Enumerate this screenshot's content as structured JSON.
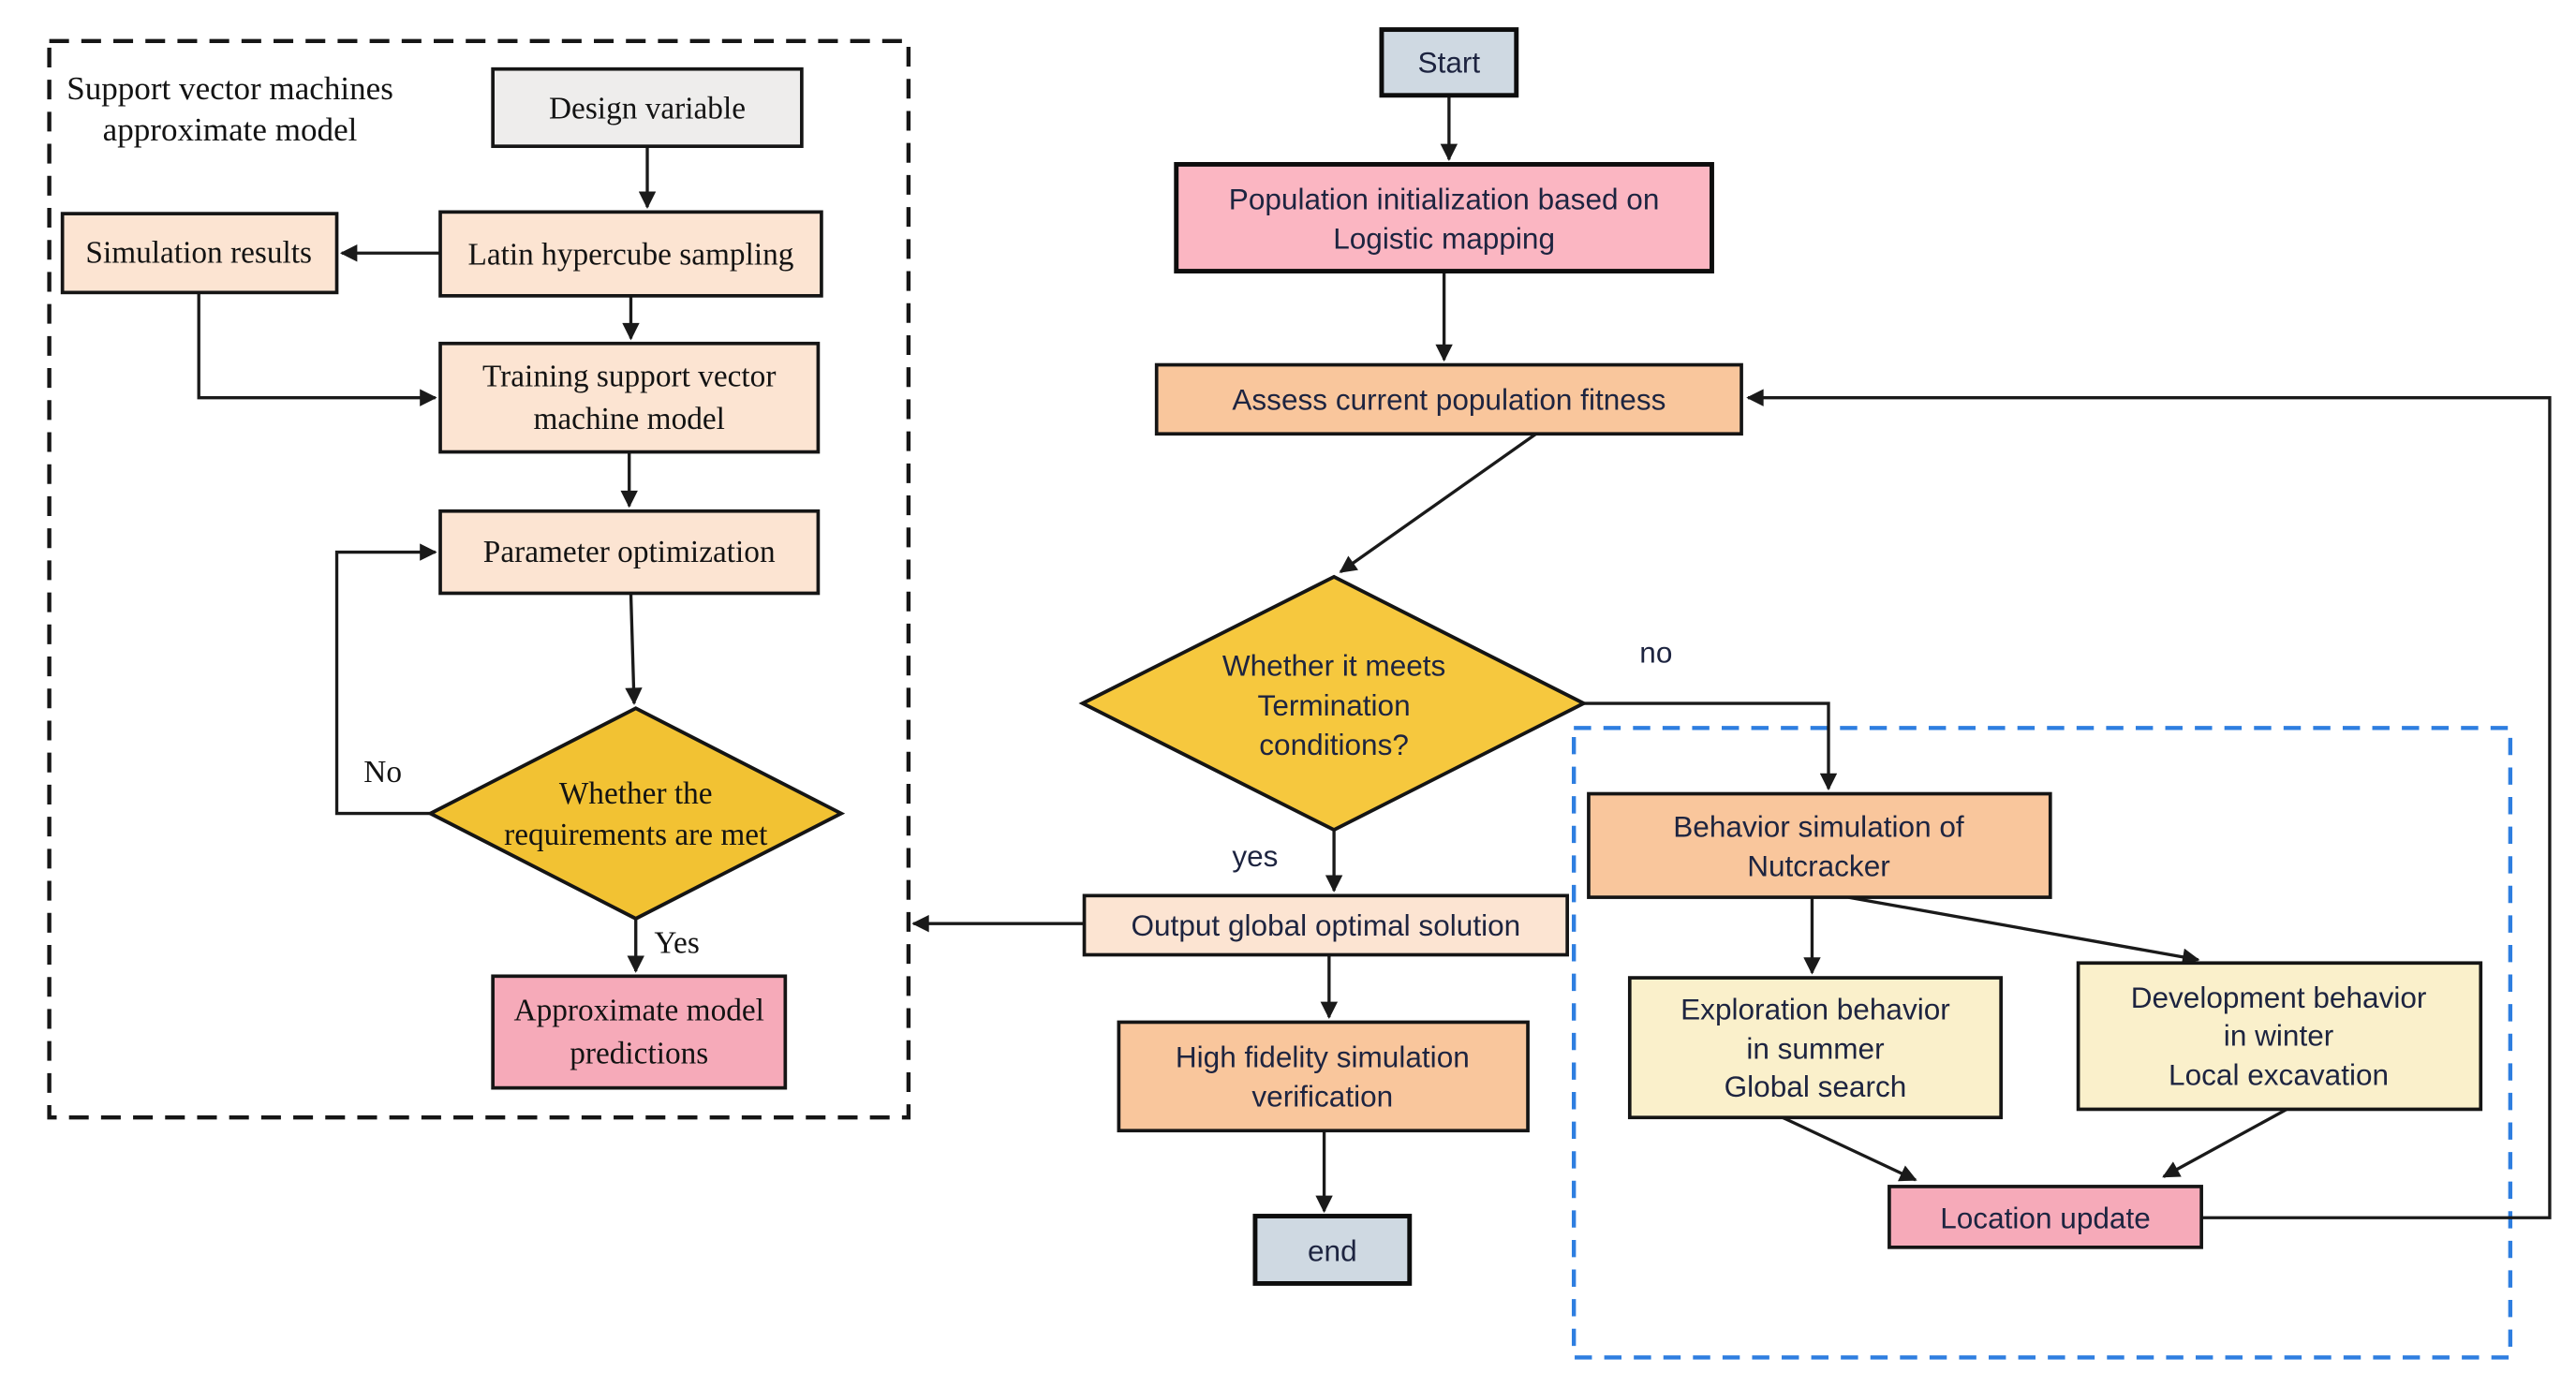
{
  "colors": {
    "box_gray": "#eeedec",
    "box_peach": "#fce4d2",
    "box_orange": "#f9c69c",
    "box_pink": "#f6aab9",
    "box_pink_light": "#fbb6c2",
    "box_cream": "#faf0cb",
    "box_blue_gray": "#cfd9e2",
    "diamond_gold": "#f2c233",
    "diamond_gold_light": "#f6c83e",
    "panel_border_black": "#161616",
    "panel_border_blue": "#2e7ee0",
    "connector_black": "#1a1a1a"
  },
  "svm_panel": {
    "title": {
      "line1": "Support vector machines",
      "line2": "approximate model"
    },
    "design_variable": "Design variable",
    "simulation_results": "Simulation results",
    "latin_hypercube": "Latin hypercube sampling",
    "training_svm": {
      "line1": "Training support vector",
      "line2": "machine model"
    },
    "parameter_optimization": "Parameter optimization",
    "requirements_diamond": {
      "line1": "Whether the",
      "line2": "requirements are met"
    },
    "approximate_model": {
      "line1": "Approximate model",
      "line2": "predictions"
    },
    "no_label": "No",
    "yes_label": "Yes"
  },
  "main_flow": {
    "start": "Start",
    "population_init": {
      "line1": "Population initialization based on",
      "line2": "Logistic mapping"
    },
    "assess_fitness": "Assess current population fitness",
    "termination_diamond": {
      "line1": "Whether it meets",
      "line2": "Termination",
      "line3": "conditions?"
    },
    "no_label": "no",
    "yes_label": "yes",
    "output_solution": "Output global optimal solution",
    "high_fidelity": {
      "line1": "High fidelity simulation",
      "line2": "verification"
    },
    "end": "end"
  },
  "nutcracker_panel": {
    "behavior_simulation": {
      "line1": "Behavior simulation of",
      "line2": "Nutcracker"
    },
    "exploration": {
      "line1": "Exploration behavior",
      "line2": "in summer",
      "line3": "Global search"
    },
    "development": {
      "line1": "Development behavior",
      "line2": "in winter",
      "line3": "Local excavation"
    },
    "location_update": "Location update"
  }
}
